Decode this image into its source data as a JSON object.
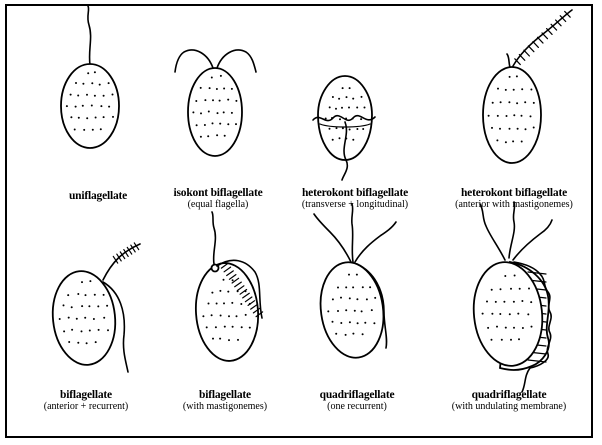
{
  "figures": [
    {
      "title": "uniflagellate",
      "subtitle": ""
    },
    {
      "title": "isokont biflagellate",
      "subtitle": "(equal flagella)"
    },
    {
      "title": "heterokont biflagellate",
      "subtitle": "(transverse + longitudinal)"
    },
    {
      "title": "heterokont biflagellate",
      "subtitle": "(anterior with mastigonemes)"
    },
    {
      "title": "biflagellate",
      "subtitle": "(anterior + recurrent)"
    },
    {
      "title": "biflagellate",
      "subtitle": "(with mastigonemes)"
    },
    {
      "title": "quadriflagellate",
      "subtitle": "(one recurrent)"
    },
    {
      "title": "quadriflagellate",
      "subtitle": "(with undulating membrane)"
    }
  ],
  "colors": {
    "ink": "#000000",
    "paper": "#ffffff"
  }
}
